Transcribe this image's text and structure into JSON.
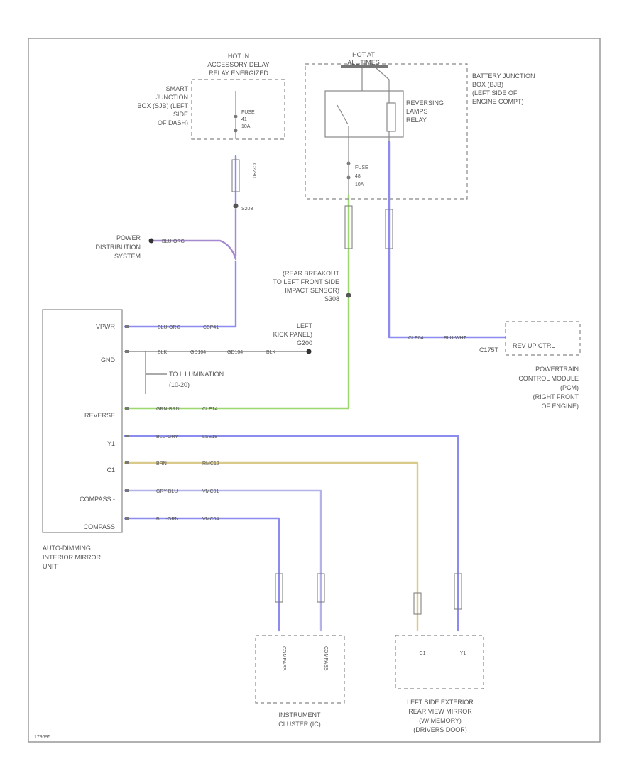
{
  "colors": {
    "blue": "#8c8cf0",
    "green": "#9bd86e",
    "tan": "#d9c98a",
    "purple": "#a68ad0",
    "gray": "#bcbcbc",
    "line": "#888888",
    "text": "#555555"
  },
  "labels": {
    "hot_acc_1": "HOT IN",
    "hot_acc_2": "ACCESSORY DELAY",
    "hot_acc_3": "RELAY ENERGIZED",
    "sjb_1": "SMART",
    "sjb_2": "JUNCTION",
    "sjb_3": "BOX (SJB) (LEFT",
    "sjb_4": "SIDE",
    "sjb_5": "OF DASH)",
    "fuse41_1": "FUSE",
    "fuse41_2": "41",
    "fuse41_3": "10A",
    "c2280": "C2280",
    "s203": "S203",
    "pds_1": "POWER",
    "pds_2": "DISTRIBUTION",
    "pds_3": "SYSTEM",
    "hot_at_1": "HOT AT",
    "hot_at_2": "ALL TIMES",
    "bjb_1": "BATTERY JUNCTION",
    "bjb_2": "BOX (BJB)",
    "bjb_3": "(LEFT SIDE OF",
    "bjb_4": "ENGINE COMPT)",
    "relay_1": "REVERSING",
    "relay_2": "LAMPS",
    "relay_3": "RELAY",
    "fuse48_1": "FUSE",
    "fuse48_2": "48",
    "fuse48_3": "10A",
    "rear_1": "(REAR BREAKOUT",
    "rear_2": "TO LEFT FRONT SIDE",
    "rear_3": "IMPACT SENSOR)",
    "rear_4": "S308",
    "kick_1": "LEFT",
    "kick_2": "KICK PANEL)",
    "kick_3": "G200",
    "illum_1": "TO ILLUMINATION",
    "illum_2": "(10-20)",
    "pin_vpwr": "VPWR",
    "pin_gnd": "GND",
    "pin_reverse": "REVERSE",
    "pin_y1": "Y1",
    "pin_c1": "C1",
    "pin_comp_minus": "COMPASS -",
    "pin_comp_plus": "COMPASS",
    "mirror_unit_1": "AUTO-DIMMING",
    "mirror_unit_2": "INTERIOR MIRROR",
    "mirror_unit_3": "UNIT",
    "pcm_conn": "C175T",
    "pcm_pin": "REV UP CTRL",
    "pcm_1": "POWERTRAIN",
    "pcm_2": "CONTROL MODULE",
    "pcm_3": "(PCM)",
    "pcm_4": "(RIGHT FRONT",
    "pcm_5": "OF ENGINE)",
    "ic_comp1": "COMPASS",
    "ic_comp2": "COMPASS",
    "ic_1": "INSTRUMENT",
    "ic_2": "CLUSTER (IC)",
    "lm_c1": "C1",
    "lm_y1": "Y1",
    "lm_1": "LEFT SIDE EXTERIOR",
    "lm_2": "REAR VIEW MIRROR",
    "lm_3": "(W/ MEMORY)",
    "lm_4": "(DRIVERS DOOR)",
    "wire_blu_org": "BLU-ORG",
    "wire_cbp41": "CBP41",
    "wire_blk": "BLK",
    "wire_gd104": "GD104",
    "wire_gd104b": "GD104",
    "wire_blk2": "BLK",
    "wire_grn_brn": "GRN-BRN",
    "wire_cle14": "CLE14",
    "wire_blu_gry": "BLU-GRY",
    "wire_lse18": "LSE18",
    "wire_brn": "BRN",
    "wire_rmc12": "RMC12",
    "wire_gry_blu": "GRY-BLU",
    "wire_vmc01": "VMC01",
    "wire_blu_grn": "BLU-GRN",
    "wire_vmc04": "VMC04",
    "wire_cle04": "CLE04",
    "wire_blu_wht": "BLU-WHT",
    "code": "179695"
  }
}
